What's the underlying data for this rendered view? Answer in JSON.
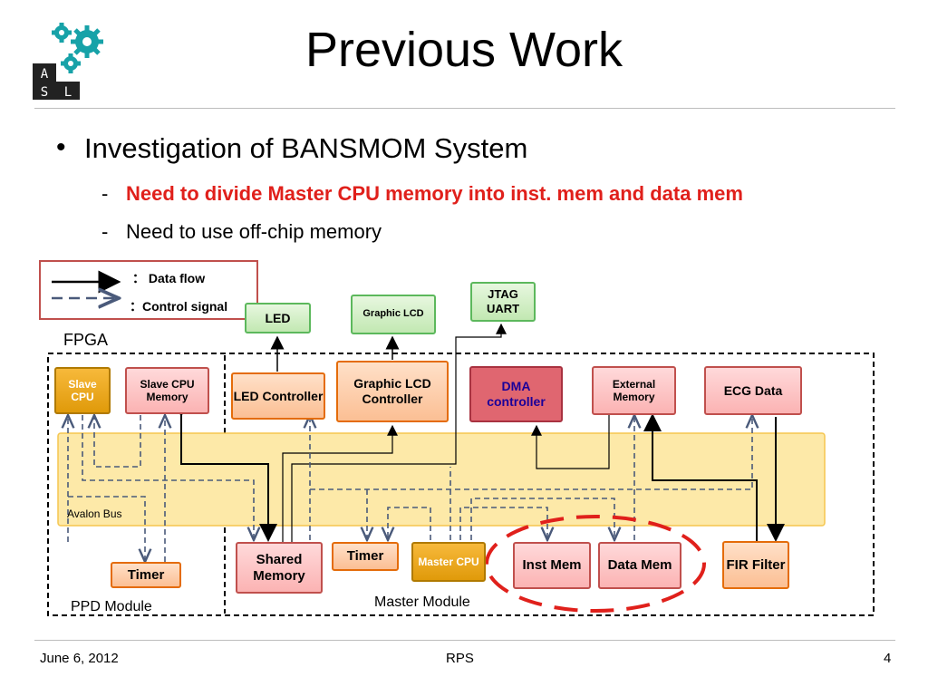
{
  "slide": {
    "title": "Previous Work",
    "bullet": "Investigation of BANSMOM System",
    "sub_bullets": [
      {
        "dash": "-",
        "text": "Need to divide Master CPU memory into inst. mem and data mem"
      },
      {
        "dash": "-",
        "text": "Need to use off-chip memory"
      }
    ]
  },
  "logo": {
    "letters": [
      "A",
      "S",
      "L"
    ]
  },
  "legend": {
    "data_flow": "： Data flow",
    "control_signal": "：Control signal"
  },
  "diagram": {
    "fpga_label": "FPGA",
    "bus_label": "Avalon Bus",
    "ppd_label": "PPD Module",
    "master_label": "Master Module",
    "blocks": {
      "led": "LED",
      "graphic_lcd": "Graphic LCD",
      "jtag_uart": "JTAG UART",
      "slave_cpu": "Slave CPU",
      "slave_cpu_memory": "Slave CPU Memory",
      "led_controller": "LED Controller",
      "graphic_lcd_controller": "Graphic LCD Controller",
      "dma_controller": "DMA controller",
      "external_memory": "External Memory",
      "ecg_data": "ECG Data",
      "timer_ppd": "Timer",
      "shared_memory": "Shared Memory",
      "timer_master": "Timer",
      "master_cpu": "Master CPU",
      "inst_mem": "Inst Mem",
      "data_mem": "Data Mem",
      "fir_filter": "FIR Filter"
    },
    "colors": {
      "highlight": "#e0201b",
      "bus": "#fde9a8",
      "box_border": "#c0504d"
    }
  },
  "footer": {
    "date": "June 6, 2012",
    "center": "RPS",
    "page": "4"
  }
}
